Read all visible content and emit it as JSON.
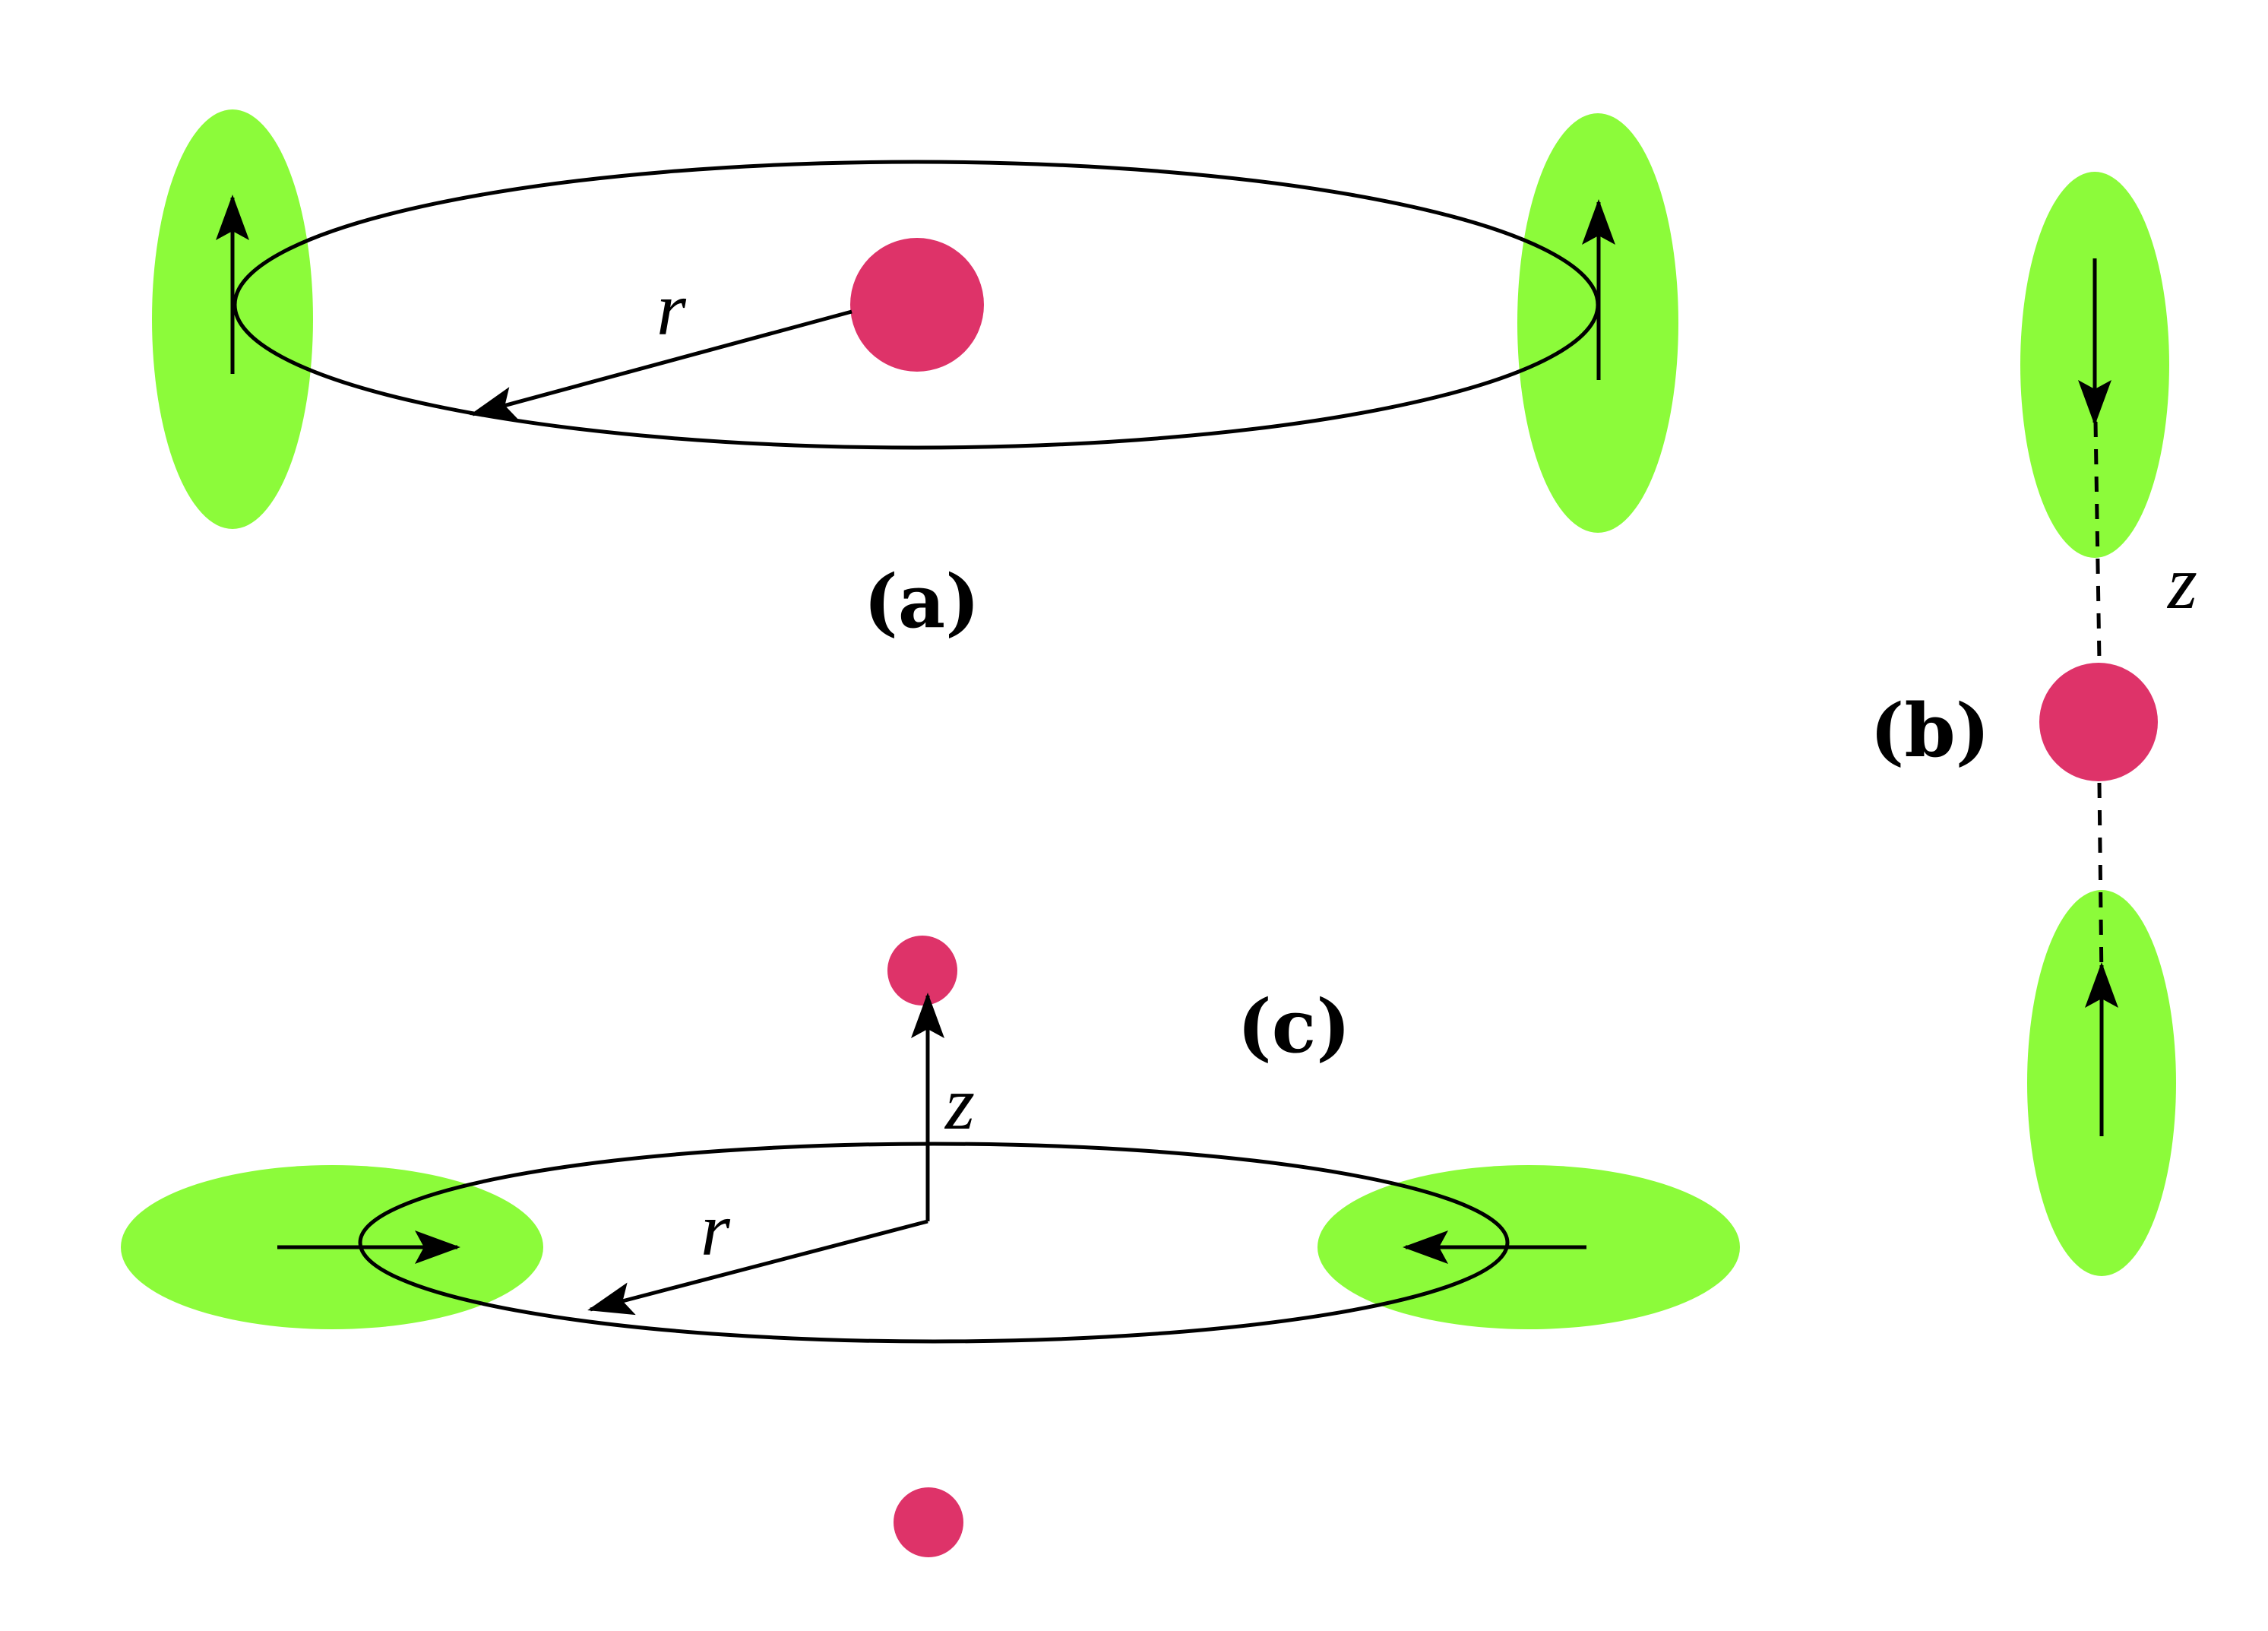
{
  "colors": {
    "lobe": "#8cfb3a",
    "atom": "#de3369",
    "line": "#000000",
    "background": "#ffffff"
  },
  "panels": {
    "a": {
      "label": "(a)",
      "radius_symbol": "r"
    },
    "b": {
      "label": "(b)",
      "axis_symbol": "z"
    },
    "c": {
      "label": "(c)",
      "radius_symbol": "r",
      "axis_symbol": "z"
    }
  }
}
